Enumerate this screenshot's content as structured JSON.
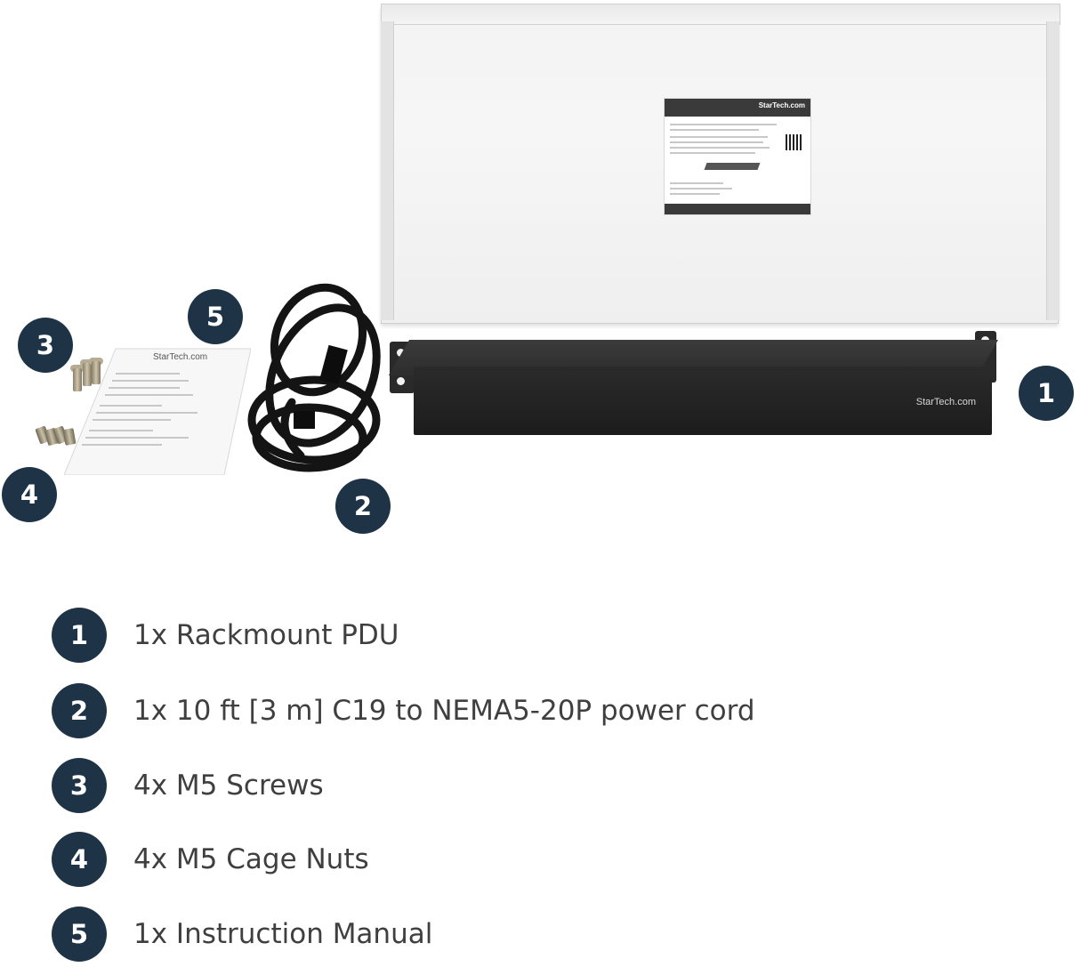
{
  "colors": {
    "badge": "#1f3347",
    "text": "#3f3f3f",
    "pdu": "#1f1f1f",
    "box": "#f3f3f3"
  },
  "box_label": {
    "brand": "StarTech.com"
  },
  "pdu": {
    "brand": "StarTech.com"
  },
  "manual": {
    "brand": "StarTech.com"
  },
  "badges": [
    {
      "number": "1"
    },
    {
      "number": "2"
    },
    {
      "number": "3"
    },
    {
      "number": "4"
    },
    {
      "number": "5"
    }
  ],
  "items": [
    {
      "number": "1",
      "text": "1x Rackmount PDU"
    },
    {
      "number": "2",
      "text": "1x 10 ft [3 m] C19 to NEMA5-20P power cord"
    },
    {
      "number": "3",
      "text": "4x M5 Screws"
    },
    {
      "number": "4",
      "text": "4x M5 Cage Nuts"
    },
    {
      "number": "5",
      "text": "1x Instruction Manual"
    }
  ]
}
